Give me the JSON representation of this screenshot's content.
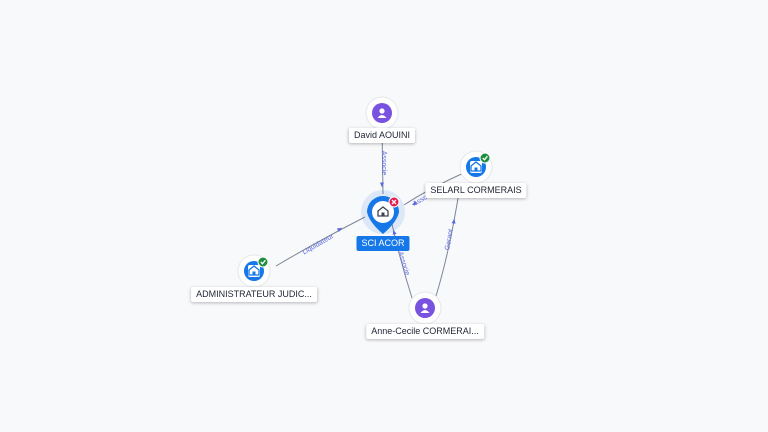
{
  "colors": {
    "person": "#7a52e0",
    "company": "#1577e8",
    "status_active": "#1e8e3e",
    "status_closed": "#e5194c",
    "edge_label": "#5d6ae0"
  },
  "nodes": [
    {
      "id": "david",
      "label": "David AOUINI",
      "kind": "person",
      "icon": "person-icon"
    },
    {
      "id": "selarl",
      "label": "SELARL CORMERAIS",
      "kind": "company",
      "icon": "company-icon",
      "status": "active"
    },
    {
      "id": "sci",
      "label": "SCI ACOR",
      "kind": "company",
      "icon": "company-icon",
      "status": "closed",
      "selected": true
    },
    {
      "id": "admin",
      "label": "ADMINISTRATEUR JUDIC...",
      "kind": "company",
      "icon": "company-icon",
      "status": "active"
    },
    {
      "id": "anne",
      "label": "Anne-Cecile CORMERAI...",
      "kind": "person",
      "icon": "person-icon"
    }
  ],
  "edges": [
    {
      "from": "david",
      "to": "sci",
      "label": "Associe"
    },
    {
      "from": "selarl",
      "to": "sci",
      "label": "Associe"
    },
    {
      "from": "admin",
      "to": "sci",
      "label": "Liquidateur"
    },
    {
      "from": "anne",
      "to": "sci",
      "label": "Associe"
    },
    {
      "from": "anne",
      "to": "selarl",
      "label": "Gerant"
    }
  ]
}
